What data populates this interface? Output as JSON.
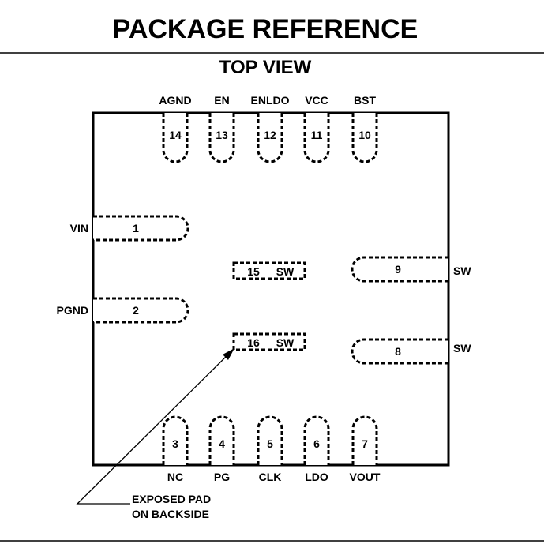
{
  "title": "PACKAGE REFERENCE",
  "view_label": "TOP VIEW",
  "top_pins": [
    {
      "label": "AGND",
      "number": "14"
    },
    {
      "label": "EN",
      "number": "13"
    },
    {
      "label": "ENLDO",
      "number": "12"
    },
    {
      "label": "VCC",
      "number": "11"
    },
    {
      "label": "BST",
      "number": "10"
    }
  ],
  "bottom_pins": [
    {
      "label": "NC",
      "number": "3"
    },
    {
      "label": "PG",
      "number": "4"
    },
    {
      "label": "CLK",
      "number": "5"
    },
    {
      "label": "LDO",
      "number": "6"
    },
    {
      "label": "VOUT",
      "number": "7"
    }
  ],
  "left_pins": [
    {
      "label": "VIN",
      "number": "1"
    },
    {
      "label": "PGND",
      "number": "2"
    }
  ],
  "right_pins": [
    {
      "label": "SW",
      "number": "9"
    },
    {
      "label": "SW",
      "number": "8"
    }
  ],
  "center_pads": [
    {
      "number": "15",
      "label": "SW"
    },
    {
      "number": "16",
      "label": "SW"
    }
  ],
  "callout": {
    "line1": "EXPOSED PAD",
    "line2": "ON BACKSIDE"
  }
}
